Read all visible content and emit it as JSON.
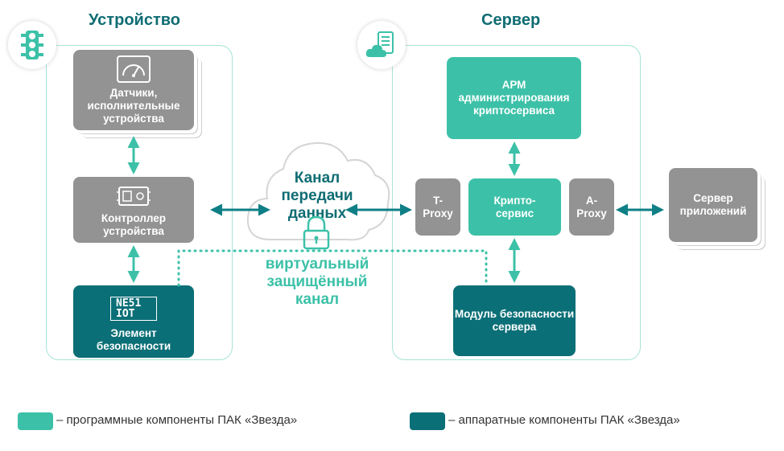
{
  "device": {
    "title": "Устройство",
    "sensors_label": "Датчики, исполнительные устройства",
    "controller_label": "Контроллер устройства",
    "secure_element_chip": "NE51 IOT",
    "secure_element_label": "Элемент безопасности"
  },
  "server": {
    "title": "Сервер",
    "arm_label": "АРМ администрирования криптосервиса",
    "tproxy_label": "T-Proxy",
    "crypto_label": "Крипто-сервис",
    "aproxy_label": "A-Proxy",
    "module_label": "Модуль безопасности сервера"
  },
  "channel": {
    "label": "Канал передачи данных",
    "virtual_label": "виртуальный защищённый канал"
  },
  "app_server_label": "Сервер приложений",
  "legend": {
    "software": "– программные компоненты ПАК «Звезда»",
    "hardware": "– аппаратные компоненты ПАК «Звезда»"
  },
  "colors": {
    "software": "#3cc1a8",
    "hardware": "#0b6f77",
    "component_gray": "#939393",
    "title": "#0f6d73"
  },
  "icons": [
    "traffic-light-icon",
    "server-cloud-icon",
    "gauge-icon",
    "controller-board-icon",
    "chip-icon",
    "lock-icon",
    "cloud-icon"
  ]
}
